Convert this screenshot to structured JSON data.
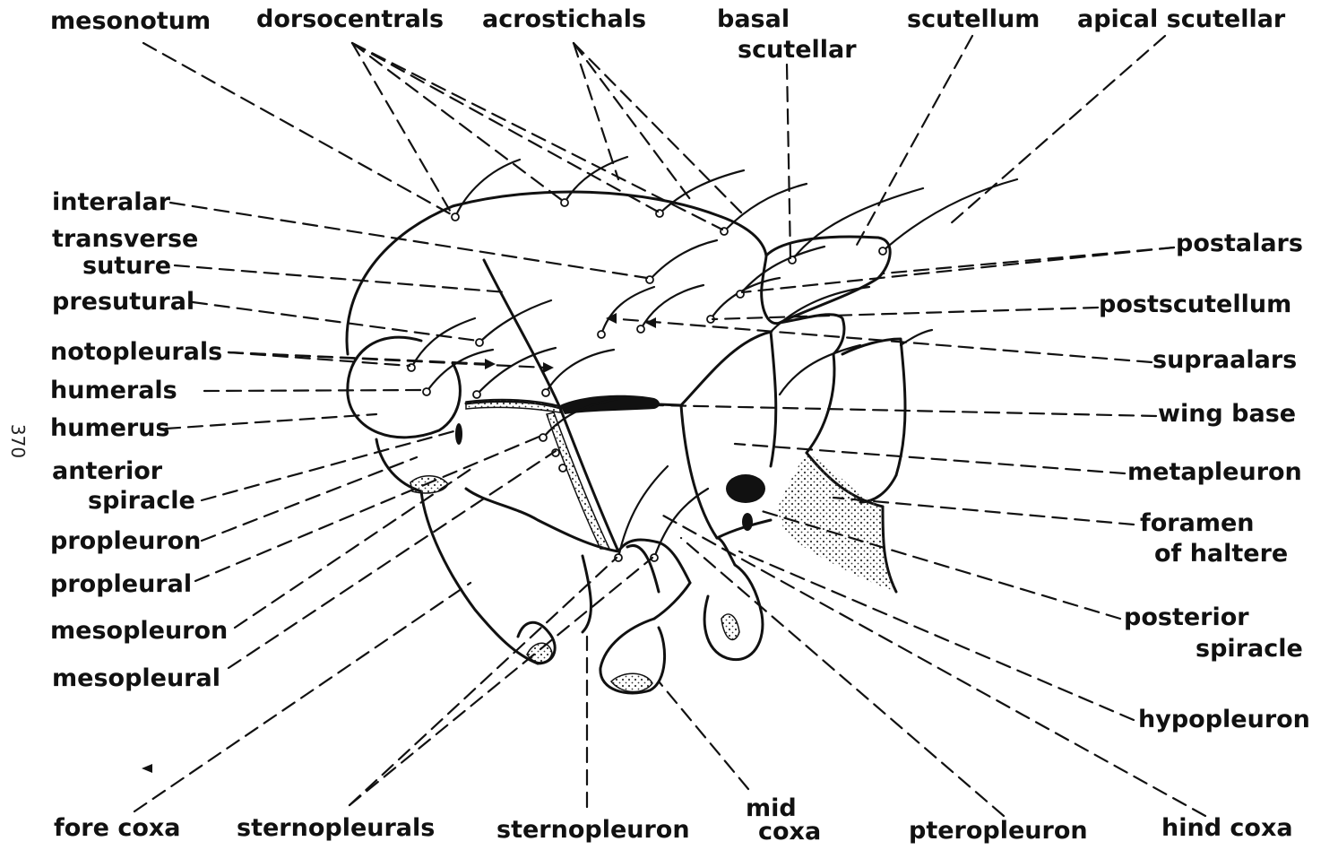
{
  "page_number": "370",
  "labels": {
    "mesonotum": "mesonotum",
    "dorsocentrals": "dorsocentrals",
    "acrostichals": "acrostichals",
    "basal_scutellar_1": "basal",
    "basal_scutellar_2": "scutellar",
    "scutellum": "scutellum",
    "apical_scutellar": "apical scutellar",
    "interalar": "interalar",
    "transverse_suture_1": "transverse",
    "transverse_suture_2": "suture",
    "presutural": "presutural",
    "notopleurals": "notopleurals",
    "humerals": "humerals",
    "humerus": "humerus",
    "anterior_spiracle_1": "anterior",
    "anterior_spiracle_2": "spiracle",
    "propleuron": "propleuron",
    "propleural": "propleural",
    "mesopleuron": "mesopleuron",
    "mesopleural": "mesopleural",
    "postalars": "postalars",
    "postscutellum": "postscutellum",
    "supraalars": "supraalars",
    "wing_base": "wing  base",
    "metapleuron": "metapleuron",
    "foramen_of_haltere_1": "foramen",
    "foramen_of_haltere_2": "of  haltere",
    "posterior_spiracle_1": "posterior",
    "posterior_spiracle_2": "spiracle",
    "hypopleuron": "hypopleuron",
    "fore_coxa": "fore coxa",
    "sternopleurals": "sternopleurals",
    "sternopleuron": "sternopleuron",
    "mid_coxa_1": "mid",
    "mid_coxa_2": "coxa",
    "pteropleuron": "pteropleuron",
    "hind_coxa": "hind coxa"
  },
  "colors": {
    "ink": "#111111",
    "stipple": "#555555"
  }
}
